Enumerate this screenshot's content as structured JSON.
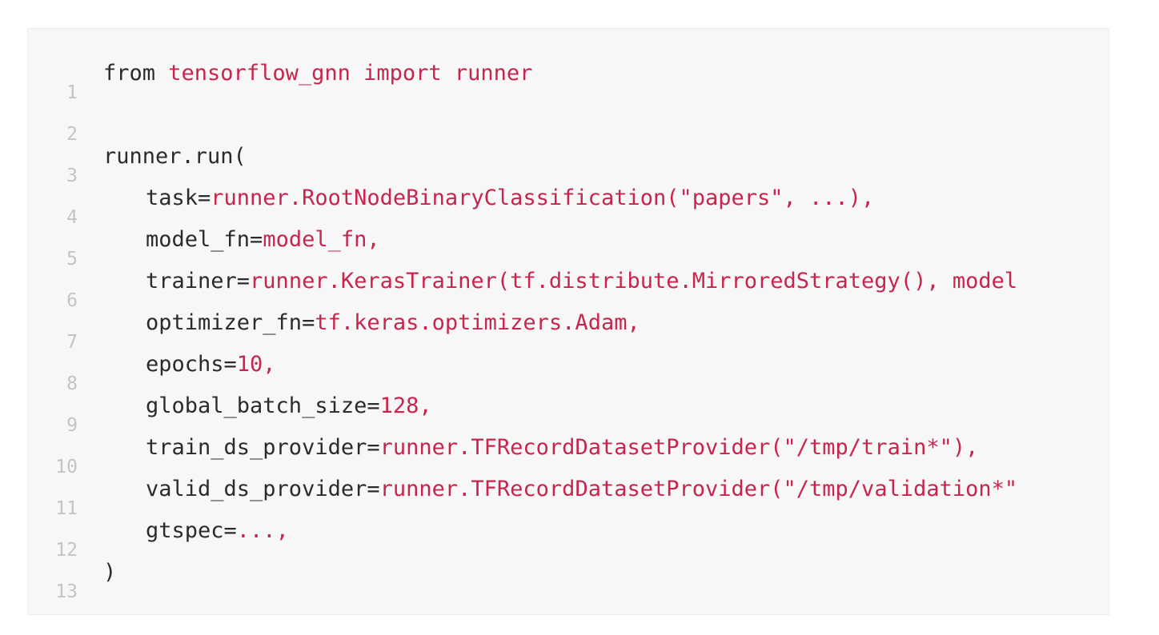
{
  "code_block": {
    "language": "python",
    "colors": {
      "background": "#f7f7f7",
      "plain_text": "#2b2b2b",
      "highlight": "#c7254e",
      "line_number": "#c4c4c4"
    },
    "lines": [
      {
        "number": "1",
        "segments": [
          {
            "text": "from ",
            "style": "plain"
          },
          {
            "text": "tensorflow_gnn import runner",
            "style": "kw"
          }
        ]
      },
      {
        "number": "2",
        "segments": []
      },
      {
        "number": "3",
        "segments": [
          {
            "text": "runner.run(",
            "style": "plain"
          }
        ]
      },
      {
        "number": "4",
        "segments": [
          {
            "text": "task=",
            "style": "plain"
          },
          {
            "text": "runner.RootNodeBinaryClassification(\"papers\", ...),",
            "style": "kw"
          }
        ]
      },
      {
        "number": "5",
        "segments": [
          {
            "text": "model_fn=",
            "style": "plain"
          },
          {
            "text": "model_fn,",
            "style": "kw"
          }
        ]
      },
      {
        "number": "6",
        "segments": [
          {
            "text": "trainer=",
            "style": "plain"
          },
          {
            "text": "runner.KerasTrainer(tf.distribute.MirroredStrategy(), model",
            "style": "kw"
          }
        ]
      },
      {
        "number": "7",
        "segments": [
          {
            "text": "optimizer_fn=",
            "style": "plain"
          },
          {
            "text": "tf.keras.optimizers.Adam,",
            "style": "kw"
          }
        ]
      },
      {
        "number": "8",
        "segments": [
          {
            "text": "epochs=",
            "style": "plain"
          },
          {
            "text": "10,",
            "style": "kw"
          }
        ]
      },
      {
        "number": "9",
        "segments": [
          {
            "text": "global_batch_size=",
            "style": "plain"
          },
          {
            "text": "128,",
            "style": "kw"
          }
        ]
      },
      {
        "number": "10",
        "segments": [
          {
            "text": "train_ds_provider=",
            "style": "plain"
          },
          {
            "text": "runner.TFRecordDatasetProvider(\"/tmp/train*\"),",
            "style": "kw"
          }
        ]
      },
      {
        "number": "11",
        "segments": [
          {
            "text": "valid_ds_provider=",
            "style": "plain"
          },
          {
            "text": "runner.TFRecordDatasetProvider(\"/tmp/validation*\"",
            "style": "kw"
          }
        ]
      },
      {
        "number": "12",
        "segments": [
          {
            "text": "gtspec=",
            "style": "plain"
          },
          {
            "text": "...,",
            "style": "kw"
          }
        ]
      },
      {
        "number": "13",
        "segments": [
          {
            "text": ")",
            "style": "plain"
          }
        ]
      }
    ]
  }
}
